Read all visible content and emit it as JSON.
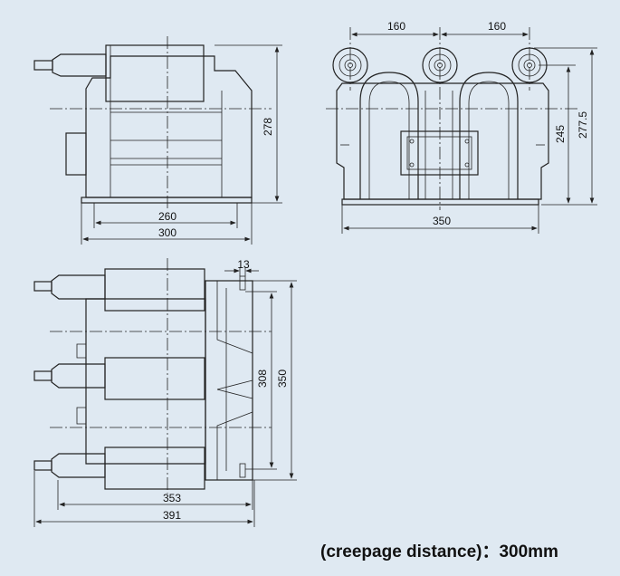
{
  "colors": {
    "background": "#dfe9f2",
    "line": "#222222"
  },
  "side_view": {
    "dims": {
      "height": "278",
      "inner_width": "260",
      "outer_width": "300"
    }
  },
  "front_view": {
    "dims": {
      "pitch_left": "160",
      "pitch_right": "160",
      "height_inner": "245",
      "height_outer": "277.5",
      "width": "350"
    }
  },
  "top_view": {
    "dims": {
      "slot": "13",
      "inner_depth": "308",
      "outer_depth": "350",
      "inner_length": "353",
      "outer_length": "391"
    }
  },
  "caption": "(creepage distance)：300mm"
}
